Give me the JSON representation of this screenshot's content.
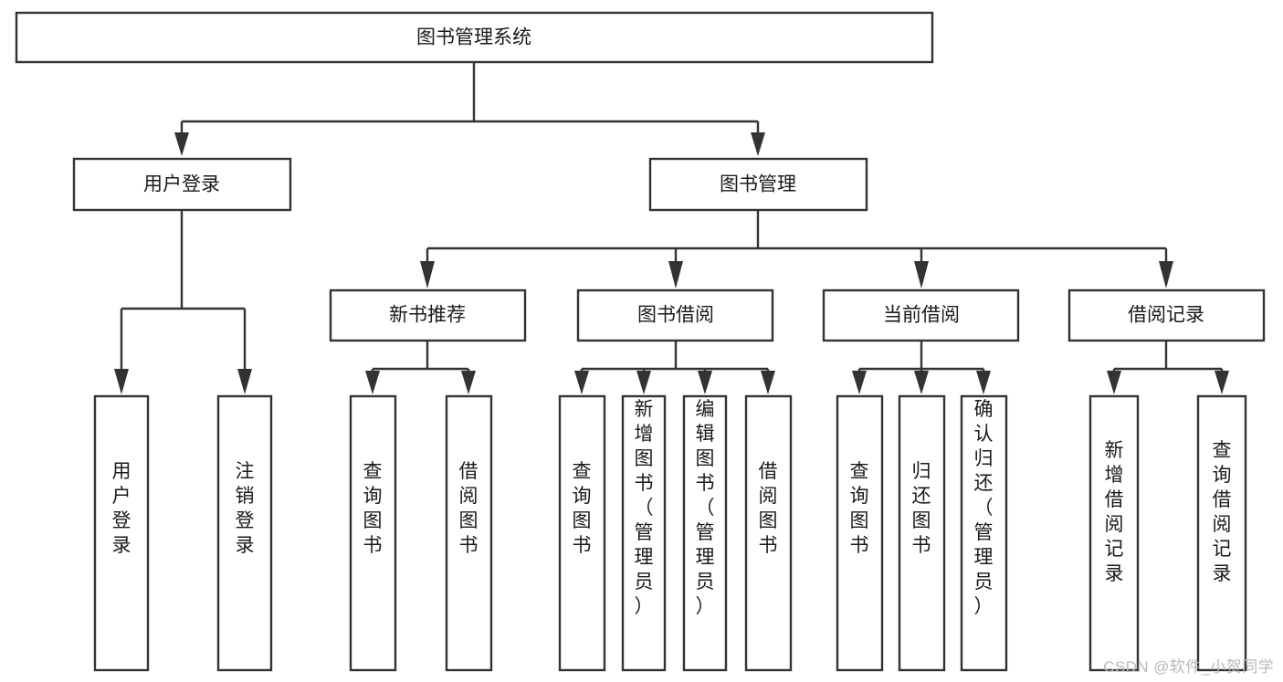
{
  "diagram": {
    "type": "tree",
    "title": "图书管理系统",
    "orientation": "top-down",
    "colors": {
      "box_fill": "#ffffff",
      "box_stroke": "#333333",
      "text": "#1a1a1a",
      "background": "#ffffff",
      "watermark": "#b9b9b9"
    },
    "nodes": {
      "root": {
        "label": "图书管理系统",
        "level": 0,
        "orientation": "horizontal"
      },
      "l1": [
        {
          "id": "user-login",
          "label": "用户登录",
          "level": 1,
          "orientation": "horizontal"
        },
        {
          "id": "book-manage",
          "label": "图书管理",
          "level": 1,
          "orientation": "horizontal"
        }
      ],
      "l2": [
        {
          "id": "new-book-rec",
          "label": "新书推荐",
          "level": 2,
          "orientation": "horizontal",
          "parent": "book-manage"
        },
        {
          "id": "book-borrow",
          "label": "图书借阅",
          "level": 2,
          "orientation": "horizontal",
          "parent": "book-manage"
        },
        {
          "id": "current-borrow",
          "label": "当前借阅",
          "level": 2,
          "orientation": "horizontal",
          "parent": "book-manage"
        },
        {
          "id": "borrow-record",
          "label": "借阅记录",
          "level": 2,
          "orientation": "horizontal",
          "parent": "book-manage"
        }
      ],
      "leaves": [
        {
          "id": "leaf-user-login",
          "label": "用户登录",
          "parent": "user-login",
          "orientation": "vertical"
        },
        {
          "id": "leaf-user-logout",
          "label": "注销登录",
          "parent": "user-login",
          "orientation": "vertical"
        },
        {
          "id": "leaf-query-book-1",
          "label": "查询图书",
          "parent": "new-book-rec",
          "orientation": "vertical"
        },
        {
          "id": "leaf-borrow-book-1",
          "label": "借阅图书",
          "parent": "new-book-rec",
          "orientation": "vertical"
        },
        {
          "id": "leaf-query-book-2",
          "label": "查询图书",
          "parent": "book-borrow",
          "orientation": "vertical"
        },
        {
          "id": "leaf-add-book",
          "label": "新增图书（管理员）",
          "parent": "book-borrow",
          "orientation": "vertical"
        },
        {
          "id": "leaf-edit-book",
          "label": "编辑图书（管理员）",
          "parent": "book-borrow",
          "orientation": "vertical"
        },
        {
          "id": "leaf-borrow-book-2",
          "label": "借阅图书",
          "parent": "book-borrow",
          "orientation": "vertical"
        },
        {
          "id": "leaf-query-book-3",
          "label": "查询图书",
          "parent": "current-borrow",
          "orientation": "vertical"
        },
        {
          "id": "leaf-return-book",
          "label": "归还图书",
          "parent": "current-borrow",
          "orientation": "vertical"
        },
        {
          "id": "leaf-confirm-return",
          "label": "确认归还（管理员）",
          "parent": "current-borrow",
          "orientation": "vertical"
        },
        {
          "id": "leaf-add-record",
          "label": "新增借阅记录",
          "parent": "borrow-record",
          "orientation": "vertical"
        },
        {
          "id": "leaf-query-record",
          "label": "查询借阅记录",
          "parent": "borrow-record",
          "orientation": "vertical"
        }
      ]
    },
    "watermark": "CSDN @软件_小贺同学"
  }
}
